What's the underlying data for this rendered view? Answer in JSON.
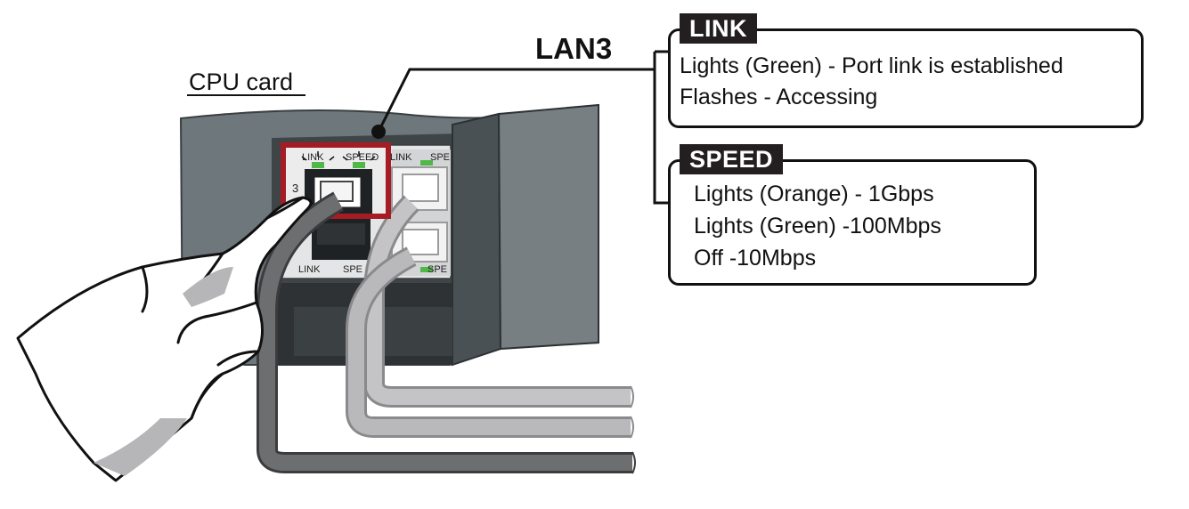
{
  "diagram": {
    "cpu_card_label": "CPU card",
    "port_label": "LAN3",
    "port_number": "3",
    "connector_labels": {
      "link": "LINK",
      "speed": "SPEED",
      "link_lower": "LINK",
      "speed_lower_cut": "SPE",
      "speed_right_cut": "SPE"
    },
    "link_callout": {
      "title": "LINK",
      "lines": [
        "Lights (Green) - Port link is established",
        "Flashes - Accessing"
      ]
    },
    "speed_callout": {
      "title": "SPEED",
      "lines": [
        "Lights (Orange) - 1Gbps",
        "Lights (Green) -100Mbps",
        "Off -10Mbps"
      ]
    },
    "colors": {
      "card_body": "#6e777b",
      "card_dark": "#3f4447",
      "highlight_frame": "#a51c24",
      "led_green": "#4fb848",
      "cable_dark": "#6d6e70",
      "cable_light": "#b9b9bb",
      "tag_background": "#231f20"
    },
    "icons": [
      "hand-pointing-icon",
      "lan-port-icon",
      "ethernet-cable-icon"
    ]
  }
}
